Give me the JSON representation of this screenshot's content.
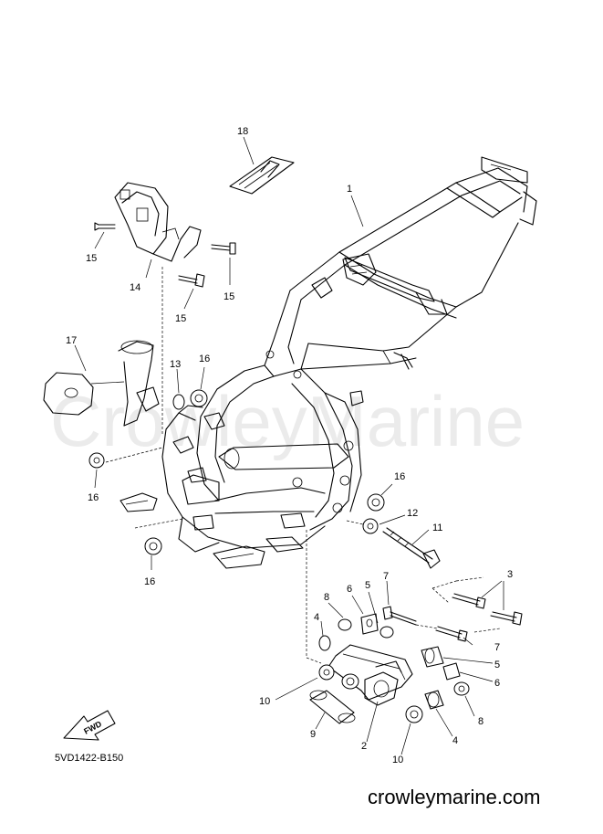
{
  "watermark": "CrowleyMarine",
  "diagram_code": "5VD1422-B150",
  "site_label": "crowleymarine.com",
  "fwd_label": "FWD",
  "callouts": {
    "c1": "1",
    "c2": "2",
    "c3": "3",
    "c4a": "4",
    "c4b": "4",
    "c5a": "5",
    "c5b": "5",
    "c6a": "6",
    "c6b": "6",
    "c7a": "7",
    "c7b": "7",
    "c8a": "8",
    "c8b": "8",
    "c9": "9",
    "c10a": "10",
    "c10b": "10",
    "c11": "11",
    "c12": "12",
    "c13": "13",
    "c14": "14",
    "c15a": "15",
    "c15b": "15",
    "c15c": "15",
    "c16a": "16",
    "c16b": "16",
    "c16c": "16",
    "c16d": "16",
    "c17": "17",
    "c18": "18"
  }
}
